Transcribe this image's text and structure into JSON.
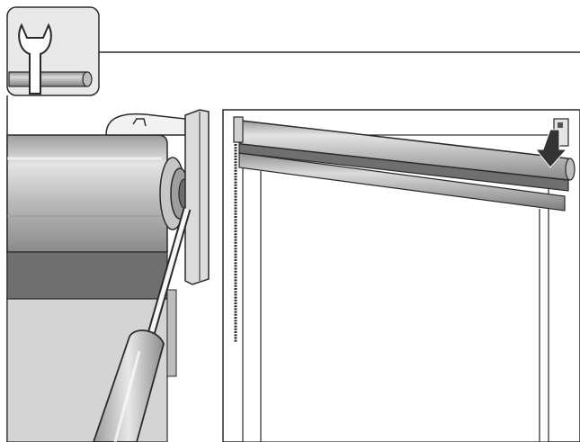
{
  "figure": {
    "icon": "wrench-icon",
    "panels": [
      {
        "id": "detail",
        "subject": "roller-blind-end-bracket-screwdriver"
      },
      {
        "id": "overview",
        "subject": "roller-blind-tilted-installation"
      }
    ],
    "colors": {
      "outline": "#2a2a2a",
      "tube_light": "#cfcfcf",
      "tube_mid": "#a8a8a8",
      "tube_dark": "#7a7a7a",
      "fabric_dark": "#6f6f6f",
      "arrow": "#333333"
    }
  }
}
